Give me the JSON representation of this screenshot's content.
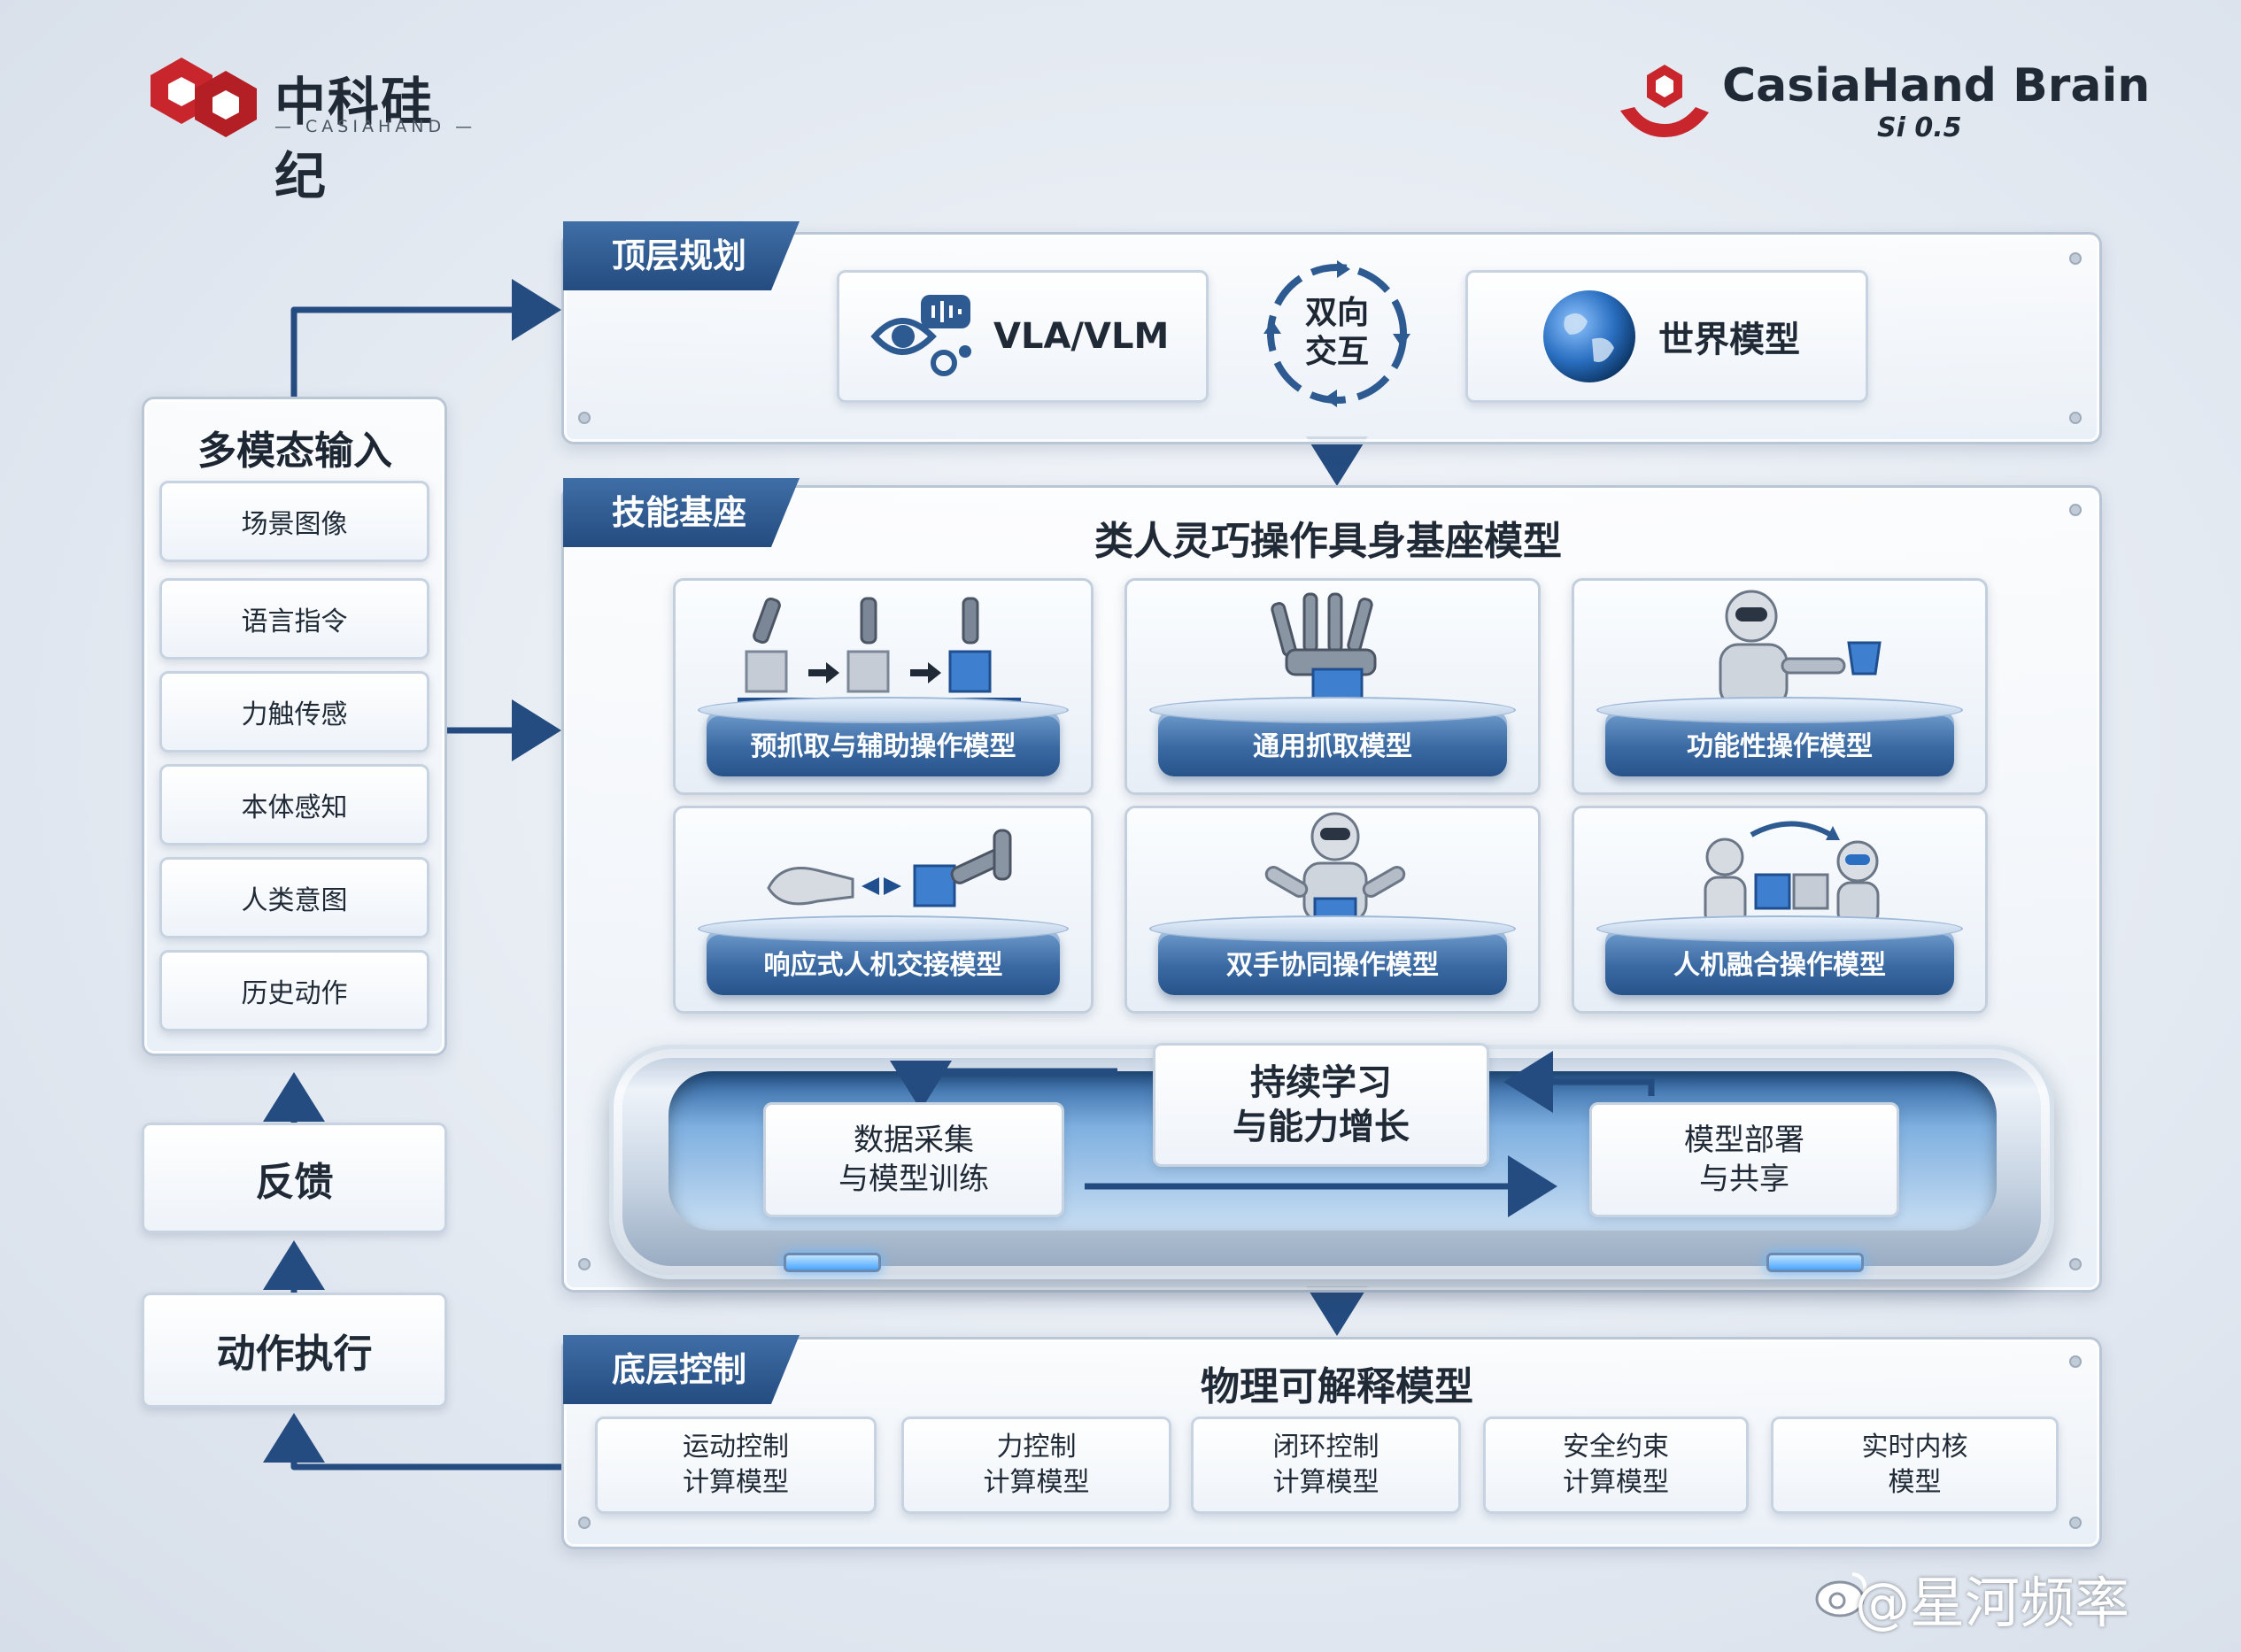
{
  "brand_left": {
    "name": "中科硅纪",
    "sub": "— CASIAHAND —"
  },
  "brand_right": {
    "name": "CasiaHand Brain",
    "version": "Si 0.5"
  },
  "left_column": {
    "input_title": "多模态输入",
    "inputs": [
      "场景图像",
      "语言指令",
      "力触传感",
      "本体感知",
      "人类意图",
      "历史动作"
    ],
    "feedback": "反馈",
    "action": "动作执行"
  },
  "top_layer": {
    "tag": "顶层规划",
    "vla": "VLA/VLM",
    "interaction_line1": "双向",
    "interaction_line2": "交互",
    "world": "世界模型"
  },
  "skill_layer": {
    "tag": "技能基座",
    "title": "类人灵巧操作具身基座模型",
    "cards": [
      "预抓取与辅助操作模型",
      "通用抓取模型",
      "功能性操作模型",
      "响应式人机交接模型",
      "双手协同操作模型",
      "人机融合操作模型"
    ],
    "loop_center_line1": "持续学习",
    "loop_center_line2": "与能力增长",
    "loop_left_line1": "数据采集",
    "loop_left_line2": "与模型训练",
    "loop_right_line1": "模型部署",
    "loop_right_line2": "与共享"
  },
  "bottom_layer": {
    "tag": "底层控制",
    "title": "物理可解释模型",
    "items": [
      {
        "line1": "运动控制",
        "line2": "计算模型"
      },
      {
        "line1": "力控制",
        "line2": "计算模型"
      },
      {
        "line1": "闭环控制",
        "line2": "计算模型"
      },
      {
        "line1": "安全约束",
        "line2": "计算模型"
      },
      {
        "line1": "实时内核",
        "line2": "模型"
      }
    ]
  },
  "watermark": "@星河频率",
  "colors": {
    "accent": "#2d5a91",
    "brand_red": "#c8262c",
    "text": "#1f2a36"
  }
}
